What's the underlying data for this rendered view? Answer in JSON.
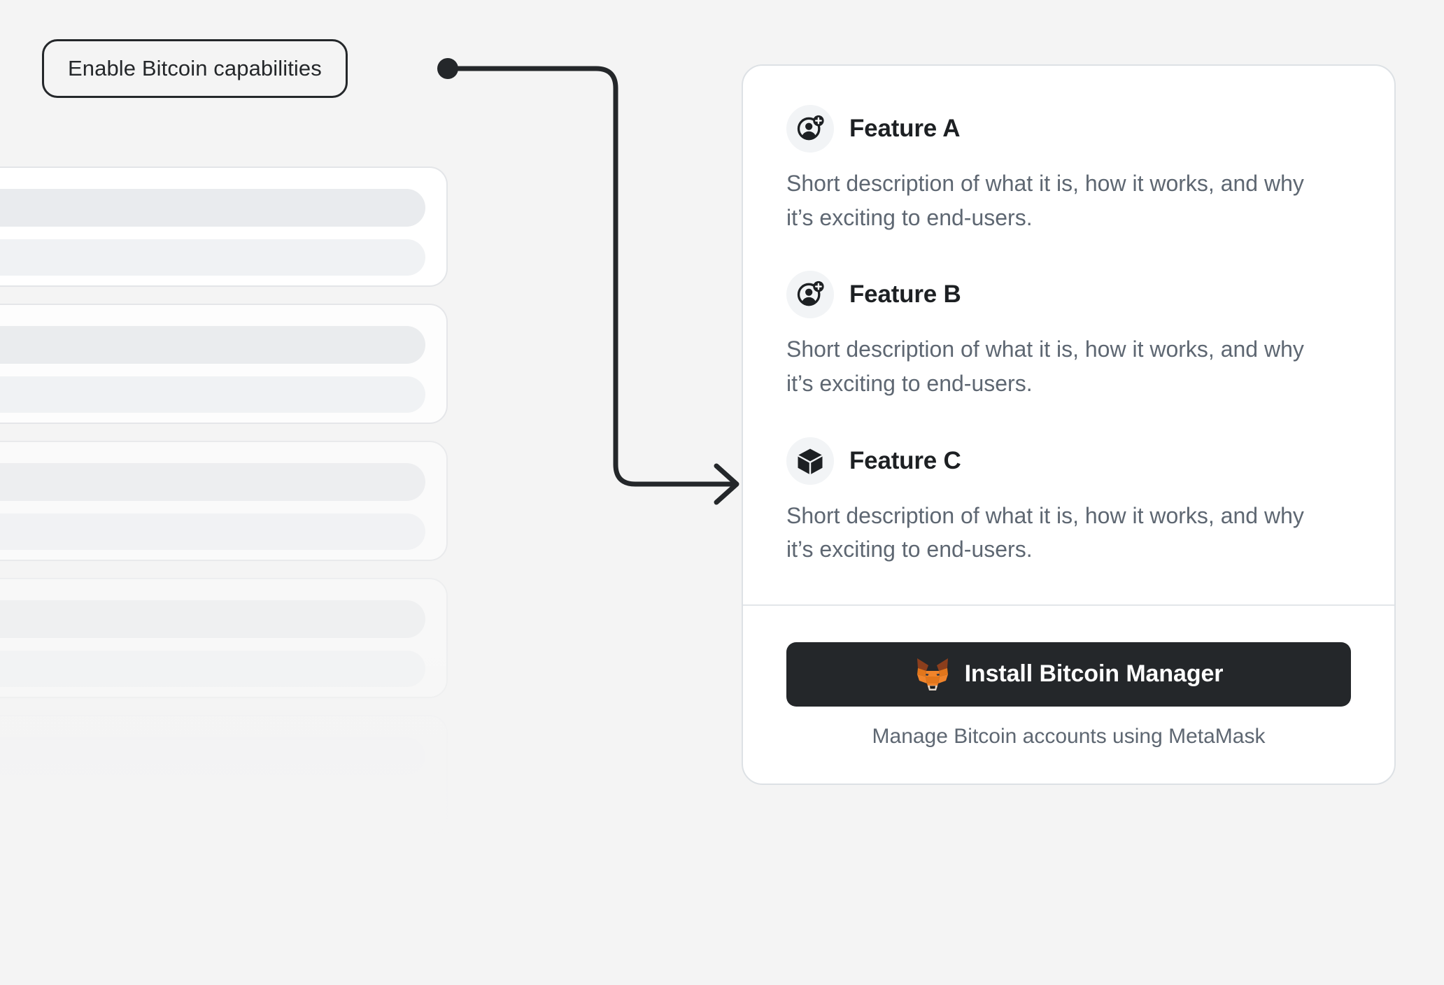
{
  "background": {
    "color": "#F4F4F4",
    "skeleton_cards": [
      {
        "name": "placeholder-card-1"
      },
      {
        "name": "placeholder-card-2"
      },
      {
        "name": "placeholder-card-3"
      },
      {
        "name": "placeholder-card-4"
      },
      {
        "name": "placeholder-card-5"
      }
    ]
  },
  "callout": {
    "label": "Enable Bitcoin capabilities",
    "border_color": "#24272A",
    "text_color": "#24272A"
  },
  "card": {
    "background": "#FFFFFF",
    "border_color": "#DDE1E5",
    "features": [
      {
        "icon": "user-add-icon",
        "title": "Feature A",
        "description": "Short description of what it is, how it works, and why it’s exciting to end-users."
      },
      {
        "icon": "user-add-icon",
        "title": "Feature B",
        "description": "Short description of what it is, how it works, and why it’s exciting to end-users."
      },
      {
        "icon": "cube-icon",
        "title": "Feature C",
        "description": "Short description of what it is, how it works, and why it’s exciting to end-users."
      }
    ],
    "footer": {
      "button_label": "Install Bitcoin Manager",
      "button_icon": "metamask-fox-icon",
      "button_color": "#24272A",
      "button_text_color": "#FFFFFF",
      "caption": "Manage Bitcoin accounts using MetaMask"
    }
  },
  "connector": {
    "name": "callout-connector-arrow",
    "color": "#24272A",
    "start_dot": true,
    "arrowhead": "chevron-right"
  }
}
